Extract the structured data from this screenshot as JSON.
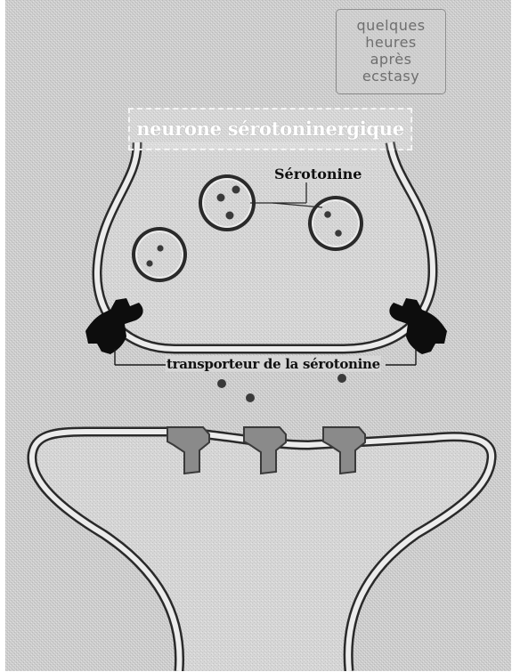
{
  "labels": {
    "corner_note": [
      "quelques",
      "heures",
      "après",
      "ecstasy"
    ],
    "neuron_title": "neurone sérotoninergique",
    "serotonin": "Sérotonine",
    "transporter": "transporteur de la sérotonine"
  },
  "colors": {
    "background": "#cfcfcf",
    "membrane_outer": "#2a2a2a",
    "membrane_fill": "#ececec",
    "transporter": "#0d0d0d",
    "receptor": "#8a8a8a",
    "molecule": "#3a3a3a"
  }
}
